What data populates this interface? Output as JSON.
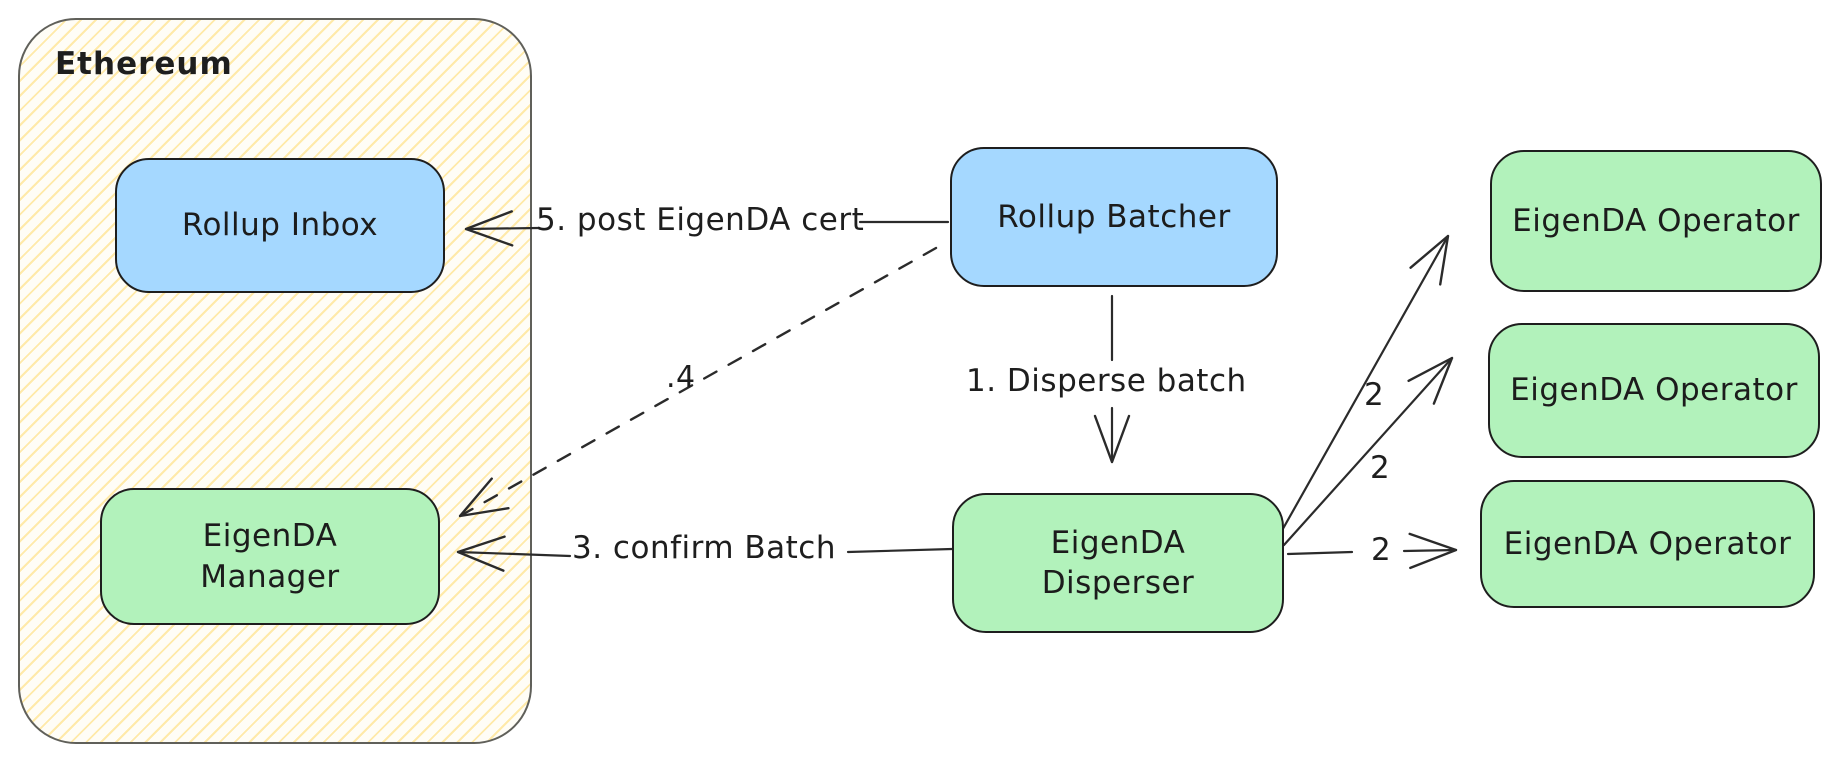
{
  "diagram": {
    "container": {
      "label": "Ethereum"
    },
    "nodes": {
      "rollup_inbox": {
        "label": "Rollup Inbox",
        "fill": "#a5d8ff"
      },
      "rollup_batcher": {
        "label": "Rollup Batcher",
        "fill": "#a5d8ff"
      },
      "eigenda_manager": {
        "label": "EigenDA\nManager",
        "fill": "#b2f2bb"
      },
      "eigenda_disperser": {
        "label": "EigenDA\nDisperser",
        "fill": "#b2f2bb"
      },
      "eigenda_operator_top": {
        "label": "EigenDA Operator",
        "fill": "#b2f2bb"
      },
      "eigenda_operator_middle": {
        "label": "EigenDA Operator",
        "fill": "#b2f2bb"
      },
      "eigenda_operator_bottom": {
        "label": "EigenDA Operator",
        "fill": "#b2f2bb"
      }
    },
    "edges": {
      "disperse_batch": {
        "label": "1. Disperse batch",
        "style": "solid",
        "from": "rollup_batcher",
        "to": "eigenda_disperser"
      },
      "to_operator_top": {
        "label": "2",
        "style": "solid",
        "from": "eigenda_disperser",
        "to": "eigenda_operator_top"
      },
      "to_operator_middle": {
        "label": "2",
        "style": "solid",
        "from": "eigenda_disperser",
        "to": "eigenda_operator_middle"
      },
      "to_operator_bottom": {
        "label": "2",
        "style": "solid",
        "from": "eigenda_disperser",
        "to": "eigenda_operator_bottom"
      },
      "confirm_batch": {
        "label": "3. confirm Batch",
        "style": "solid",
        "from": "eigenda_disperser",
        "to": "eigenda_manager"
      },
      "step_4": {
        "label": ".4",
        "style": "dashed",
        "from": "rollup_batcher",
        "to": "eigenda_manager"
      },
      "post_cert": {
        "label": "5. post EigenDA cert",
        "style": "solid",
        "from": "rollup_batcher",
        "to": "rollup_inbox"
      }
    },
    "colors": {
      "background": "#ffffff",
      "blue_fill": "#a5d8ff",
      "green_fill": "#b2f2bb",
      "node_border": "#1e1e1e",
      "container_border": "#60605a",
      "hachure_line": "#ffe3a1",
      "arrow_stroke": "#2b2b2b",
      "text": "#1e1e1e"
    }
  }
}
